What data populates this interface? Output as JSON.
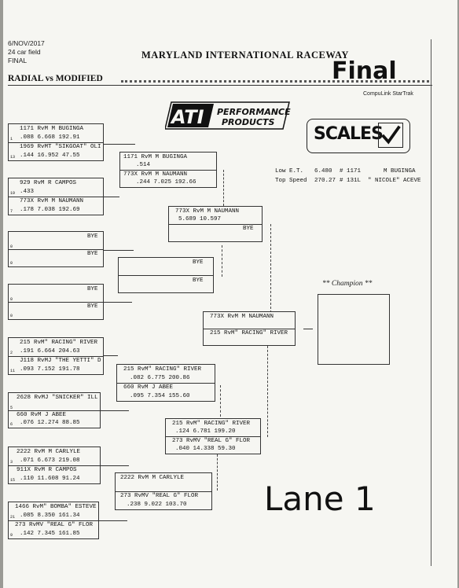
{
  "header": {
    "date": "6/NOV/2017",
    "field": "24 car field",
    "round": "FINAL",
    "track": "MARYLAND INTERNATIONAL RACEWAY",
    "class": "RADIAL vs MODIFIED",
    "system": "CompuLink StarTrak",
    "final_handwritten": "Final"
  },
  "logos": {
    "sponsor_mark": "ATI",
    "sponsor_line1": "PERFORMANCE",
    "sponsor_line2": "PRODUCTS",
    "scales_text": "SCALES"
  },
  "stats": {
    "low_et_label": "Low  E.T.",
    "low_et_value": "6.480",
    "low_et_car": "# 1171",
    "low_et_driver": "M BUGINGA",
    "top_speed_label": "Top Speed",
    "top_speed_value": "270.27",
    "top_speed_car": "# 131L",
    "top_speed_driver": "\" NICOLE\" ACEVE"
  },
  "champion_label": "** Champion **",
  "lane_handwritten": "Lane 1",
  "round1": [
    {
      "top": {
        "line1": "1171     RvM       M BUGINGA",
        "seed": "1",
        "line2": ".088    6.668    192.91"
      },
      "bot": {
        "line1": "1969    RvMT \"SIKGOAT\" OLI",
        "seed": "13",
        "line2": ".144   16.952     47.55"
      }
    },
    {
      "top": {
        "line1": "929      RvM       R CAMPOS",
        "seed": "19",
        "line2": ".433"
      },
      "bot": {
        "line1": "773X     RvM      M NAUMANN",
        "seed": "7",
        "line2": ".178    7.038    192.69"
      }
    },
    {
      "top": {
        "line1": "BYE",
        "seed": "0",
        "line2": ""
      },
      "bot": {
        "line1": "BYE",
        "seed": "0",
        "line2": ""
      }
    },
    {
      "top": {
        "line1": "BYE",
        "seed": "0",
        "line2": ""
      },
      "bot": {
        "line1": "BYE",
        "seed": "0",
        "line2": ""
      }
    },
    {
      "top": {
        "line1": "215  RvM\" RACING\" RIVER",
        "seed": "2",
        "line2": ".191    6.664    204.63"
      },
      "bot": {
        "line1": "J118   RvMJ \"THE YETTI\" D",
        "seed": "11",
        "line2": ".093    7.152    191.78"
      }
    },
    {
      "top": {
        "line1": "2628  RvMJ \"SNICKER\" ILL",
        "seed": "5",
        "line2": ""
      },
      "bot": {
        "line1": "660      RvM        J ABEE",
        "seed": "6",
        "line2": ".076   12.274     88.85"
      }
    },
    {
      "top": {
        "line1": "2222     RvM     M CARLYLE",
        "seed": "3",
        "line2": ".071    6.673    219.08"
      },
      "bot": {
        "line1": "911X     RvM      R CAMPOS",
        "seed": "15",
        "line2": ".110   11.608     91.24"
      }
    },
    {
      "top": {
        "line1": "1466  RvM\" BOMBA\" ESTEVE",
        "seed": "21",
        "line2": ".085    8.350    161.34"
      },
      "bot": {
        "line1": "273   RvMV \"REAL G\" FLOR",
        "seed": "9",
        "line2": ".142    7.345    161.85"
      }
    }
  ],
  "round2": [
    {
      "top": {
        "line1": "1171    RvM      M BUGINGA",
        "line2": ".514"
      },
      "bot": {
        "line1": "773X    RvM      M NAUMANN",
        "line2": ".244    7.025    192.66"
      }
    },
    {
      "top": {
        "line1": "BYE",
        "line2": ""
      },
      "bot": {
        "line1": "BYE",
        "line2": ""
      }
    },
    {
      "top": {
        "line1": "215   RvM\" RACING\" RIVER",
        "line2": ".082    6.775    200.86"
      },
      "bot": {
        "line1": "660     RvM        J ABEE",
        "line2": ".095    7.354    155.60"
      }
    },
    {
      "top": {
        "line1": "2222    RvM      M CARLYLE",
        "line2": ""
      },
      "bot": {
        "line1": "273   RvMV \"REAL G\" FLOR",
        "line2": ".238    9.022    103.70"
      }
    }
  ],
  "round3": [
    {
      "top": {
        "line1": "773X    RvM     M NAUMANN",
        "line2": "5.689   10.597"
      },
      "bot": {
        "line1": "BYE",
        "line2": ""
      }
    },
    {
      "top": {
        "line1": "215   RvM\" RACING\" RIVER",
        "line2": ".124    6.781    199.20"
      },
      "bot": {
        "line1": "273   RvMV \"REAL G\" FLOR",
        "line2": ".040   14.338     59.30"
      }
    }
  ],
  "final": {
    "top": {
      "line1": "773X    RvM      M NAUMANN"
    },
    "bot": {
      "line1": "215   RvM\" RACING\" RIVER"
    }
  }
}
